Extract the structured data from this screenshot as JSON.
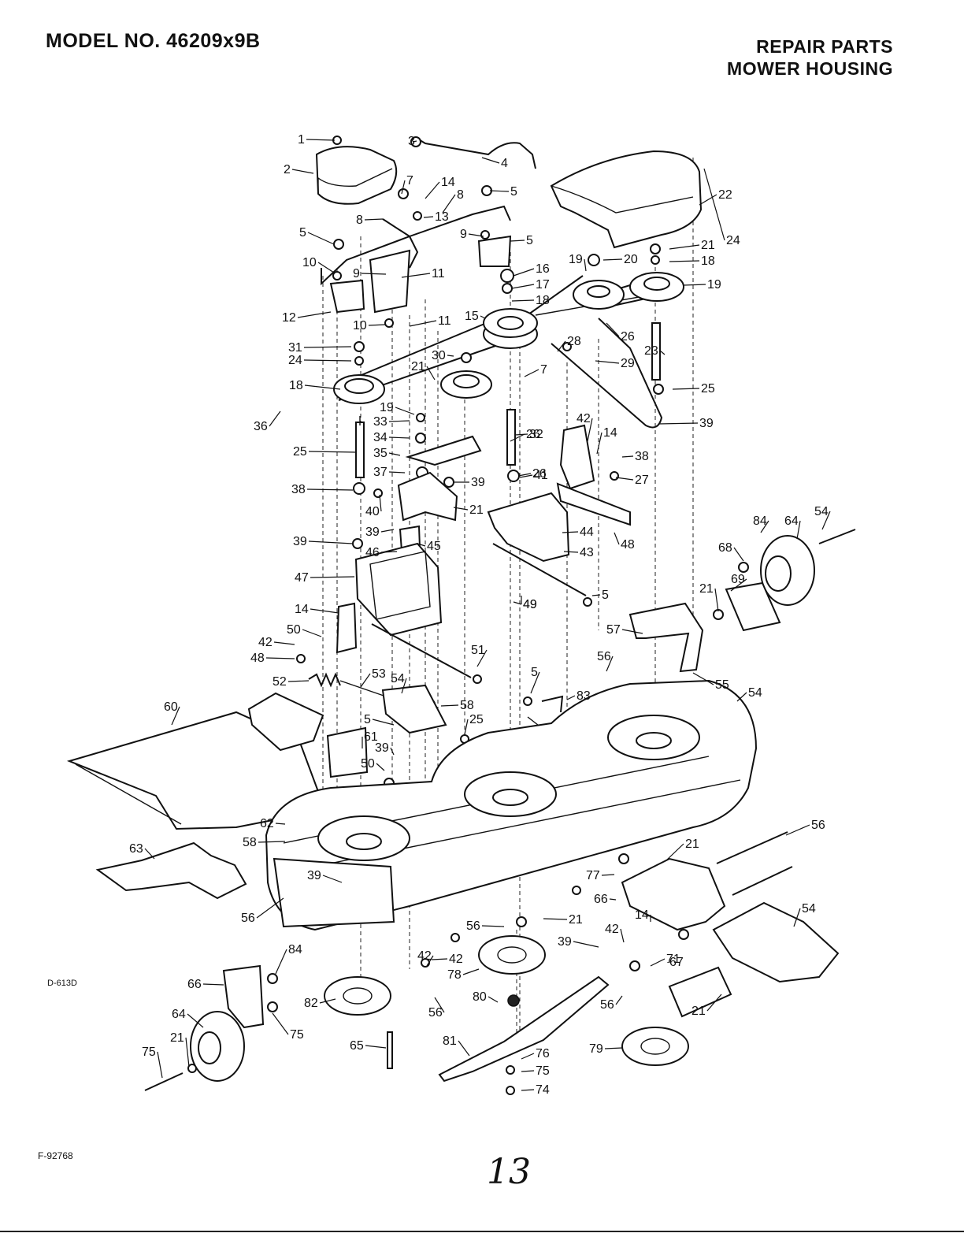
{
  "header": {
    "model": "MODEL NO. 46209x9B",
    "title_line1": "REPAIR PARTS",
    "title_line2": "MOWER HOUSING"
  },
  "footer": {
    "diagram_code": "D-613D",
    "figure_code": "F-92768",
    "page_number": "13"
  },
  "callouts": [
    "1",
    "2",
    "3",
    "4",
    "5",
    "7",
    "14",
    "8",
    "13",
    "5",
    "8",
    "9",
    "10",
    "5",
    "9",
    "11",
    "12",
    "10",
    "11",
    "15",
    "16",
    "17",
    "18",
    "19",
    "20",
    "21",
    "18",
    "19",
    "24",
    "22",
    "23",
    "25",
    "26",
    "29",
    "28",
    "7",
    "30",
    "21",
    "31",
    "24",
    "18",
    "19",
    "33",
    "34",
    "35",
    "36",
    "32",
    "25",
    "37",
    "38",
    "26",
    "39",
    "40",
    "21",
    "39",
    "39",
    "45",
    "46",
    "47",
    "14",
    "42",
    "50",
    "48",
    "49",
    "51",
    "52",
    "53",
    "54",
    "58",
    "60",
    "5",
    "61",
    "39",
    "50",
    "25",
    "26",
    "41",
    "42",
    "14",
    "38",
    "27",
    "39",
    "44",
    "43",
    "48",
    "49",
    "5",
    "57",
    "56",
    "55",
    "5",
    "83",
    "54",
    "62",
    "58",
    "63",
    "56",
    "39",
    "77",
    "21",
    "66",
    "84",
    "64",
    "54",
    "68",
    "21",
    "69",
    "56",
    "56",
    "21",
    "42",
    "14",
    "42",
    "39",
    "71",
    "67",
    "54",
    "66",
    "84",
    "64",
    "21",
    "75",
    "75",
    "78",
    "82",
    "79",
    "80",
    "65",
    "81",
    "76",
    "75",
    "74",
    "56",
    "21",
    "56",
    "42"
  ]
}
